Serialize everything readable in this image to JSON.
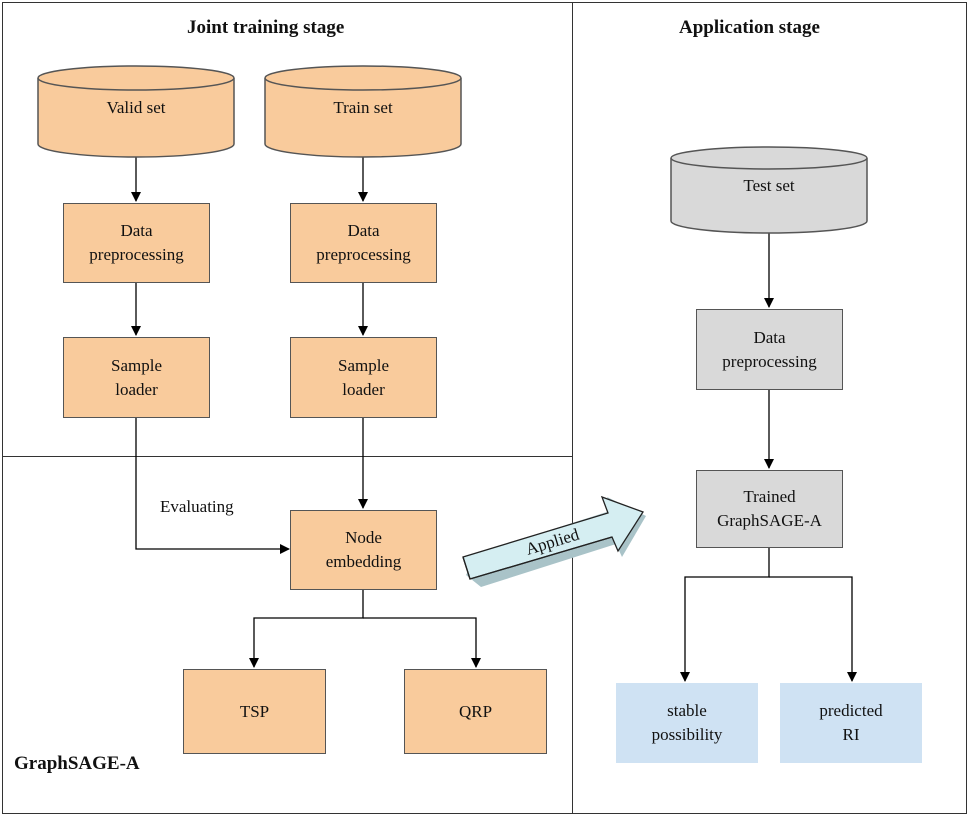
{
  "colors": {
    "training_node_fill": "#f9cb9c",
    "application_node_fill": "#d9d9d9",
    "output_fill": "#cfe2f3",
    "applied_arrow_fill": "#d5eef2"
  },
  "joint_training_stage": {
    "title": "Joint training stage",
    "valid_set": "Valid set",
    "train_set": "Train set",
    "valid_preprocessing": "Data\npreprocessing",
    "train_preprocessing": "Data\npreprocessing",
    "valid_loader": "Sample\nloader",
    "train_loader": "Sample\nloader"
  },
  "graphsage_panel": {
    "title": "GraphSAGE-A",
    "evaluating_label": "Evaluating",
    "node_embedding": "Node\nembedding",
    "tsp": "TSP",
    "qrp": "QRP"
  },
  "applied_arrow_label": "Applied",
  "application_stage": {
    "title": "Application stage",
    "test_set": "Test set",
    "preprocessing": "Data\npreprocessing",
    "trained_model": "Trained\nGraphSAGE-A",
    "output_stable": "stable\npossibility",
    "output_ri": "predicted\nRI"
  }
}
